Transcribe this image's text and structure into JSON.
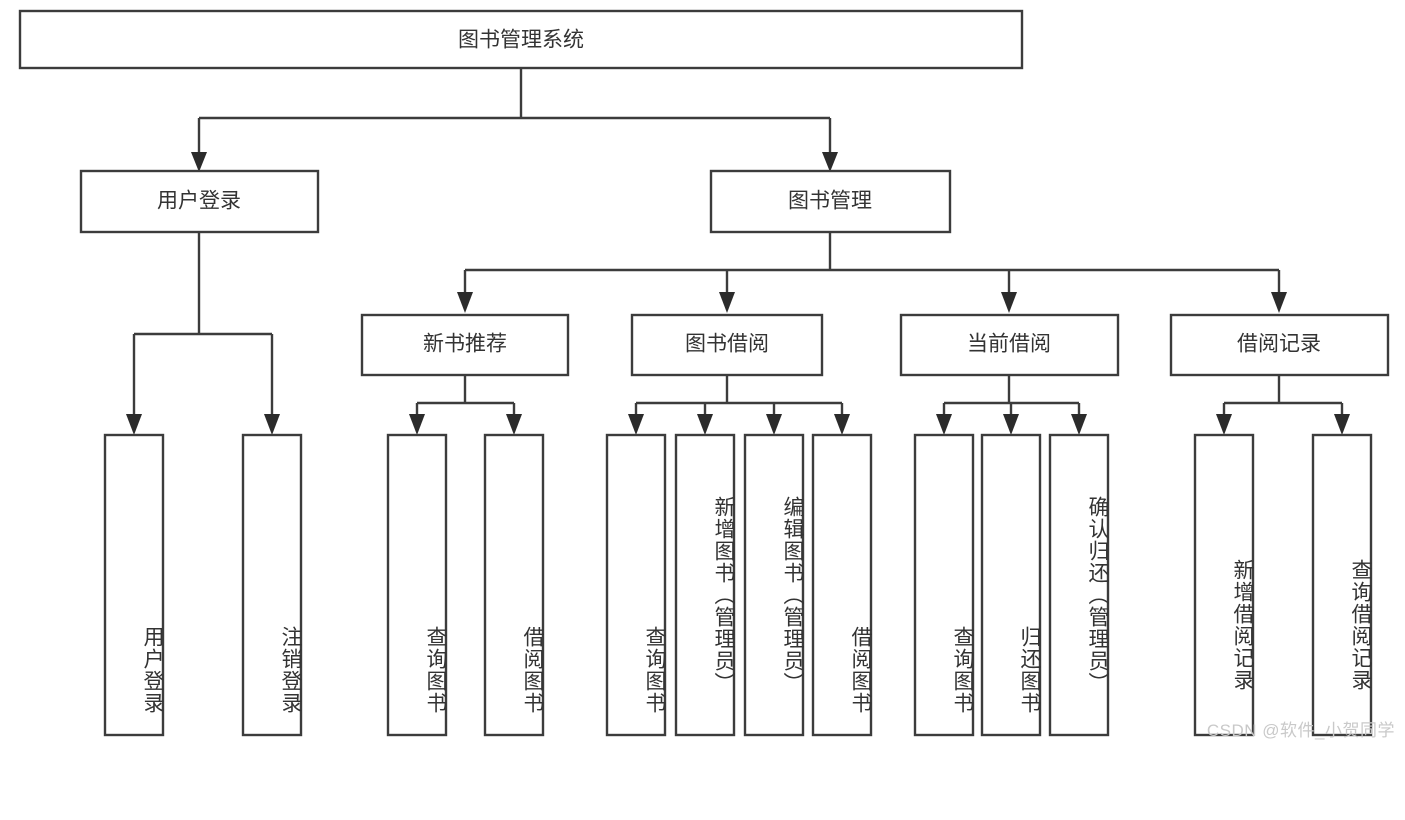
{
  "diagram": {
    "type": "tree-hierarchy",
    "title": "图书管理系统",
    "orientation": "top-down",
    "watermark": "CSDN @软件_小贺同学",
    "colors": {
      "box_stroke": "#3c3c3c",
      "box_fill": "#ffffff",
      "connector": "#3c3c3c",
      "text": "#333333",
      "watermark": "#c9c9c9",
      "background": "#ffffff"
    },
    "levels": [
      {
        "level": 1,
        "nodes": [
          {
            "id": "root",
            "label": "图书管理系统",
            "orientation": "horizontal"
          }
        ]
      },
      {
        "level": 2,
        "nodes": [
          {
            "id": "user-login",
            "label": "用户登录",
            "orientation": "horizontal",
            "parent": "root"
          },
          {
            "id": "book-manage",
            "label": "图书管理",
            "orientation": "horizontal",
            "parent": "root"
          }
        ]
      },
      {
        "level": 3,
        "nodes": [
          {
            "id": "new-book-rec",
            "label": "新书推荐",
            "orientation": "horizontal",
            "parent": "book-manage"
          },
          {
            "id": "book-borrow",
            "label": "图书借阅",
            "orientation": "horizontal",
            "parent": "book-manage"
          },
          {
            "id": "current-borrow",
            "label": "当前借阅",
            "orientation": "horizontal",
            "parent": "book-manage"
          },
          {
            "id": "borrow-record",
            "label": "借阅记录",
            "orientation": "horizontal",
            "parent": "book-manage"
          }
        ]
      },
      {
        "level": 4,
        "nodes": [
          {
            "id": "leaf-user-login",
            "label": "用户登录",
            "orientation": "vertical",
            "parent": "user-login"
          },
          {
            "id": "leaf-logout",
            "label": "注销登录",
            "orientation": "vertical",
            "parent": "user-login"
          },
          {
            "id": "leaf-query-book-1",
            "label": "查询图书",
            "orientation": "vertical",
            "parent": "new-book-rec"
          },
          {
            "id": "leaf-borrow-book-1",
            "label": "借阅图书",
            "orientation": "vertical",
            "parent": "new-book-rec"
          },
          {
            "id": "leaf-query-book-2",
            "label": "查询图书",
            "orientation": "vertical",
            "parent": "book-borrow"
          },
          {
            "id": "leaf-add-book",
            "label": "新增图书（管理员）",
            "orientation": "vertical",
            "parent": "book-borrow"
          },
          {
            "id": "leaf-edit-book",
            "label": "编辑图书（管理员）",
            "orientation": "vertical",
            "parent": "book-borrow"
          },
          {
            "id": "leaf-borrow-book-2",
            "label": "借阅图书",
            "orientation": "vertical",
            "parent": "book-borrow"
          },
          {
            "id": "leaf-query-book-3",
            "label": "查询图书",
            "orientation": "vertical",
            "parent": "current-borrow"
          },
          {
            "id": "leaf-return-book",
            "label": "归还图书",
            "orientation": "vertical",
            "parent": "current-borrow"
          },
          {
            "id": "leaf-confirm-return",
            "label": "确认归还（管理员）",
            "orientation": "vertical",
            "parent": "current-borrow"
          },
          {
            "id": "leaf-add-record",
            "label": "新增借阅记录",
            "orientation": "vertical",
            "parent": "borrow-record"
          },
          {
            "id": "leaf-query-record",
            "label": "查询借阅记录",
            "orientation": "vertical",
            "parent": "borrow-record"
          }
        ]
      }
    ]
  }
}
